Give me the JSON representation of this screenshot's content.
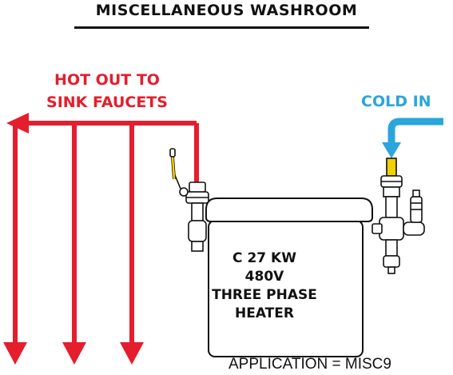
{
  "title": "MISCELLANEOUS WASHROOM",
  "hot_out": {
    "line1": "HOT OUT TO",
    "line2": "SINK FAUCETS"
  },
  "cold_in": "COLD IN",
  "heater": {
    "line1": "C 27 KW",
    "line2": "480V",
    "line3": "THREE PHASE",
    "line4": "HEATER"
  },
  "application": "APPLICATION = MISC9",
  "colors": {
    "hot": "#e41e2d",
    "cold": "#2aa5dd",
    "valve_handle": "#f2d000",
    "outline": "#111111"
  },
  "icons": [
    "ball-valve-icon",
    "pipe-fitting-icon",
    "pressure-relief-valve-icon"
  ]
}
